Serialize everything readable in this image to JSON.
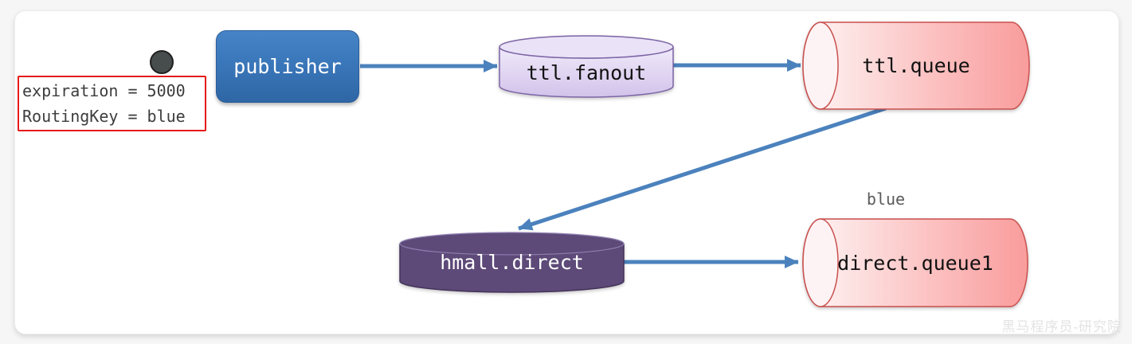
{
  "publisher": {
    "label": "publisher"
  },
  "message_props": {
    "line1": "expiration = 5000",
    "line2": "RoutingKey = blue"
  },
  "exchanges": {
    "fanout": {
      "label": "ttl.fanout"
    },
    "direct": {
      "label": "hmall.direct"
    }
  },
  "queues": {
    "ttl": {
      "label": "ttl.queue"
    },
    "direct1": {
      "label": "direct.queue1",
      "routing_key": "blue"
    }
  },
  "watermark": "黑马程序员-研究院",
  "colors": {
    "publisher_blue": "#3a77ba",
    "arrow_blue": "#4b82bd",
    "exchange_light_purple": "#dccdee",
    "exchange_dark_purple": "#5d4a78",
    "queue_pink": "#f99c9c",
    "queue_border_red": "#c9504e",
    "annotation_border_red": "#e51a1a",
    "dot_gray": "#474d4d"
  }
}
